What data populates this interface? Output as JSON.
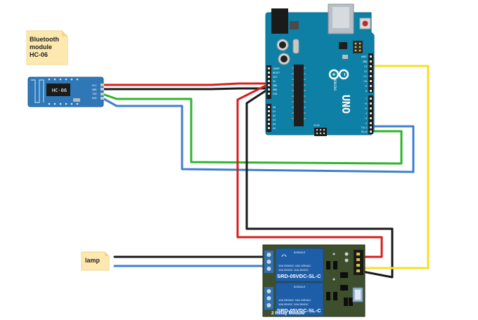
{
  "notes": {
    "bluetooth": {
      "lines": [
        "Bluetooth",
        "module",
        "HC-06"
      ]
    },
    "lamp": {
      "label": "lamp"
    }
  },
  "hc06": {
    "chip_label": "HC-06",
    "pins": [
      "VCC",
      "GND",
      "TXD",
      "RXD"
    ]
  },
  "arduino": {
    "uno_label": "UNO",
    "brand_label": "ARDUINO",
    "icsp_label": "ICSP",
    "power_pins": [
      "IOREF",
      "RESET",
      "3V3",
      "5V",
      "GND",
      "GND",
      "VIN"
    ],
    "analog_pins": [
      "A0",
      "A1",
      "A2",
      "A3",
      "A4",
      "A5"
    ],
    "top_pins": [
      "AREF",
      "GND",
      "13",
      "12",
      "~11",
      "~10",
      "~9",
      "8"
    ],
    "lower_pins": [
      "7",
      "~6",
      "~5",
      "4",
      "~3",
      "2",
      "TX▸1",
      "RX◂0"
    ]
  },
  "relay": {
    "title": "2 Relay Module",
    "brand": "SONGLE",
    "model": "SRD-05VDC-SL-C",
    "rating_line1": "10A  250VAC   10A  125VAC",
    "rating_line2": "10A   30VDC   10A   28VDC"
  },
  "wire_colors": {
    "power": "#d81e1e",
    "ground": "#1a1a1a",
    "tx": "#2db52d",
    "rx": "#3f7fce",
    "signal": "#f2e12a"
  }
}
